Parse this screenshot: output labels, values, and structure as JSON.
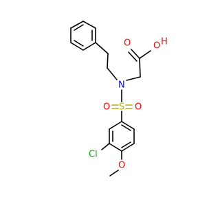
{
  "molecule": {
    "atoms": {
      "oxygen_hydroxyl": {
        "text": "O",
        "color": "#ff0000"
      },
      "hydrogen_hydroxyl": {
        "text": "H",
        "color": "#ff0000"
      },
      "oxygen_carbonyl": {
        "text": "O",
        "color": "#ff0000"
      },
      "nitrogen": {
        "text": "N",
        "color": "#0000ff"
      },
      "sulfur": {
        "text": "S",
        "color": "#b8a91c"
      },
      "oxygen_sulfonyl_left": {
        "text": "O",
        "color": "#ff0000"
      },
      "oxygen_sulfonyl_right": {
        "text": "O",
        "color": "#ff0000"
      },
      "chlorine": {
        "text": "Cl",
        "color": "#00b000"
      },
      "oxygen_methoxy": {
        "text": "O",
        "color": "#ff0000"
      }
    },
    "bond_color": "#000000",
    "background": "#ffffff"
  }
}
